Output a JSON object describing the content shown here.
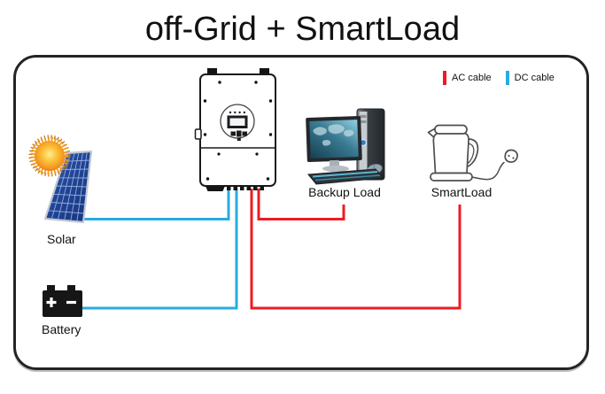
{
  "title": "off-Grid + SmartLoad",
  "legend": {
    "items": [
      {
        "label": "AC cable",
        "color": "#ed1c24"
      },
      {
        "label": "DC cable",
        "color": "#29abe2"
      }
    ]
  },
  "devices": {
    "solar": {
      "label": "Solar"
    },
    "battery": {
      "label": "Battery",
      "terminal_symbols": "+ -"
    },
    "backup_load": {
      "label": "Backup Load"
    },
    "smart_load": {
      "label": "SmartLoad"
    }
  },
  "cables": {
    "ac_color": "#ed1c24",
    "dc_color": "#29abe2"
  }
}
